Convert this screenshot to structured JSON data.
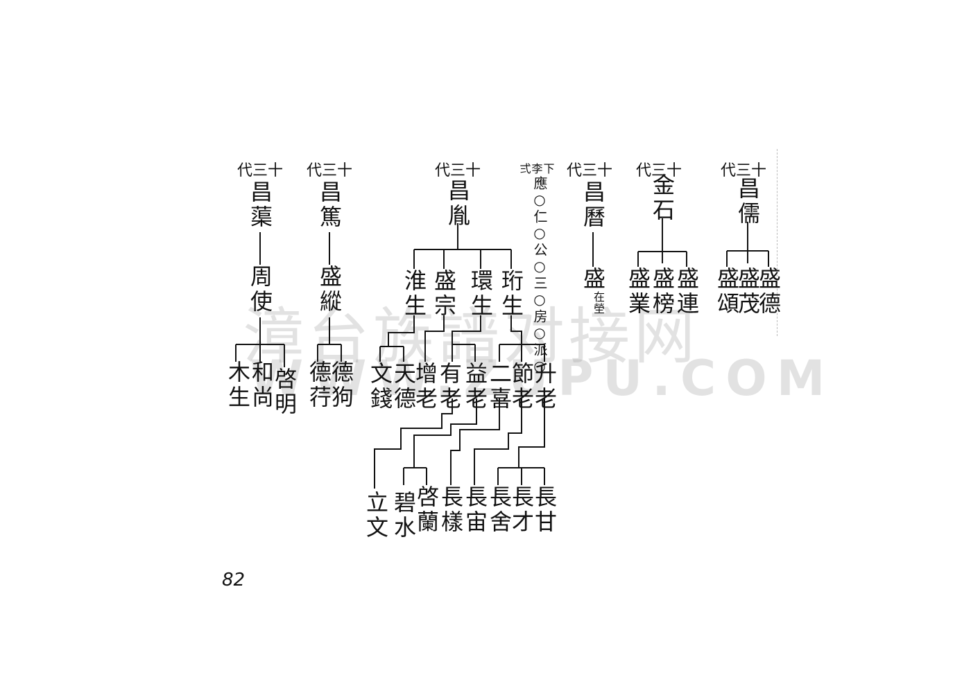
{
  "watermark": {
    "cn": "漳台族譜对接网",
    "en": "WWW.ZUPU.COM"
  },
  "page_number": "82",
  "generation_label": "十三代",
  "branch_note": {
    "small": "下李弍",
    "text": "應○仁○公○三○房○派○"
  },
  "families": [
    {
      "head": "昌蕖",
      "son": "周使",
      "grandsons": [
        "啓明",
        "和尚",
        "木生"
      ]
    },
    {
      "head": "昌篤",
      "son": "盛縱",
      "grandsons": [
        "德狗",
        "德荇"
      ]
    },
    {
      "head": "昌胤",
      "sons": [
        "珩生",
        "環生",
        "盛宗",
        "淮生"
      ],
      "grandsons": [
        "升老",
        "節老",
        "二喜",
        "益老",
        "有老",
        "增老",
        "天德",
        "文錢"
      ],
      "great_grandsons": [
        "長甘",
        "長才",
        "長舍",
        "長宙",
        "長樣",
        "啓蘭",
        "碧水",
        "立文"
      ]
    },
    {
      "head": "昌曆",
      "son": "盛",
      "son_note": "在塋"
    },
    {
      "head": "金石",
      "sons": [
        "盛連",
        "盛榜",
        "盛業"
      ]
    },
    {
      "head": "昌儒",
      "sons": [
        "盛德",
        "盛茂",
        "盛頌"
      ]
    }
  ]
}
